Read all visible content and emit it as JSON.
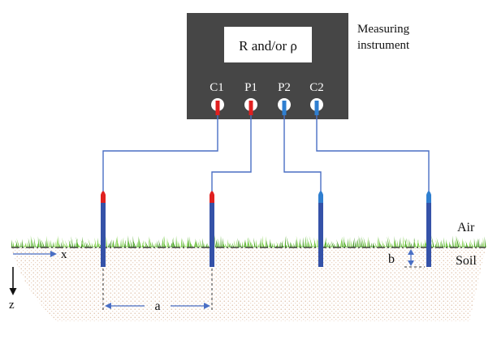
{
  "instrument": {
    "display": "R and/or ρ",
    "caption_line1": "Measuring",
    "caption_line2": "instrument",
    "terminals": [
      "C1",
      "P1",
      "P2",
      "C2"
    ]
  },
  "labels": {
    "air": "Air",
    "soil": "Soil",
    "x_axis": "x",
    "z_axis": "z",
    "spacing": "a",
    "depth": "b"
  },
  "colors": {
    "instrument_body": "#464646",
    "wire": "#4a6fc4",
    "current_tip": "#e02020",
    "potential_tip": "#2f7fd0",
    "electrode": "#3552a8",
    "grass": "#5fb830",
    "soil_dots": "#d9b59a"
  }
}
